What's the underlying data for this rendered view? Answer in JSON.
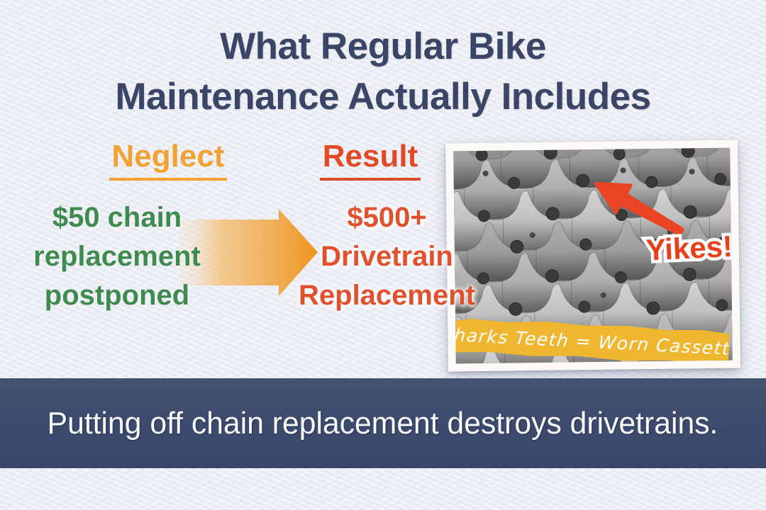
{
  "slide": {
    "title": {
      "line1": "What Regular Bike",
      "line2": "Maintenance Actually Includes"
    },
    "neglect": {
      "heading": "Neglect",
      "lines": [
        "$50 chain",
        "replacement",
        "postponed"
      ]
    },
    "result": {
      "heading": "Result",
      "lines": [
        "$500+",
        "Drivetrain",
        "Replacement"
      ]
    },
    "photo": {
      "yikes": "Yikes!",
      "caption": "Sharks Teeth = Worn Cassette",
      "subject": "worn-bike-cassette-sprockets"
    },
    "footer": {
      "text": "Putting off chain replacement destroys drivetrains."
    },
    "colors": {
      "background": "#edeef5",
      "title": "#3b4666",
      "neglect_heading": "#f0a233",
      "result_heading": "#e04a26",
      "neglect_body": "#3e8a4f",
      "result_body": "#e0512f",
      "flow_arrow": "#ef941e",
      "annotation_red": "#e8432a",
      "banner": "#eeb72f",
      "footer_bar": "#3d4c6e",
      "footer_text": "#fafbfd"
    }
  }
}
